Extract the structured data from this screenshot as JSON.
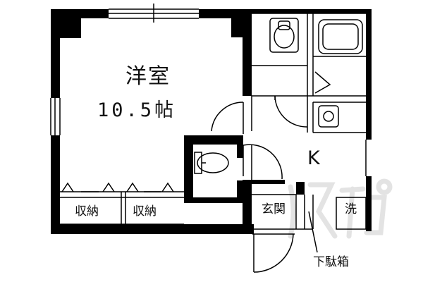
{
  "rooms": {
    "western_room": "洋室",
    "western_room_size": "10.5帖",
    "kitchen": "K",
    "closet_left": "収納",
    "closet_right": "収納",
    "entrance": "玄関",
    "laundry": "洗",
    "shoe_cabinet": "下駄箱"
  },
  "colors": {
    "wall": "#000000",
    "background": "#ffffff",
    "watermark": "#e3e3e3"
  }
}
